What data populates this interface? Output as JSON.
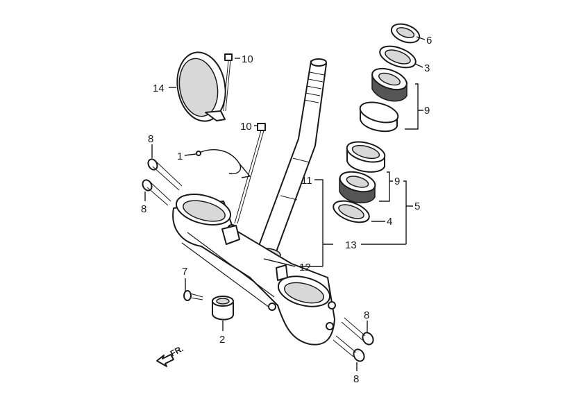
{
  "diagram": {
    "callouts": {
      "c1": "1",
      "c2": "2",
      "c3": "3",
      "c4": "4",
      "c5": "5",
      "c6": "6",
      "c7": "7",
      "c8a": "8",
      "c8b": "8",
      "c8c": "8",
      "c8d": "8",
      "c9a": "9",
      "c9b": "9",
      "c10a": "10",
      "c10b": "10",
      "c11": "11",
      "c12": "12",
      "c13": "13",
      "c14": "14"
    },
    "front_marker": "FR."
  }
}
